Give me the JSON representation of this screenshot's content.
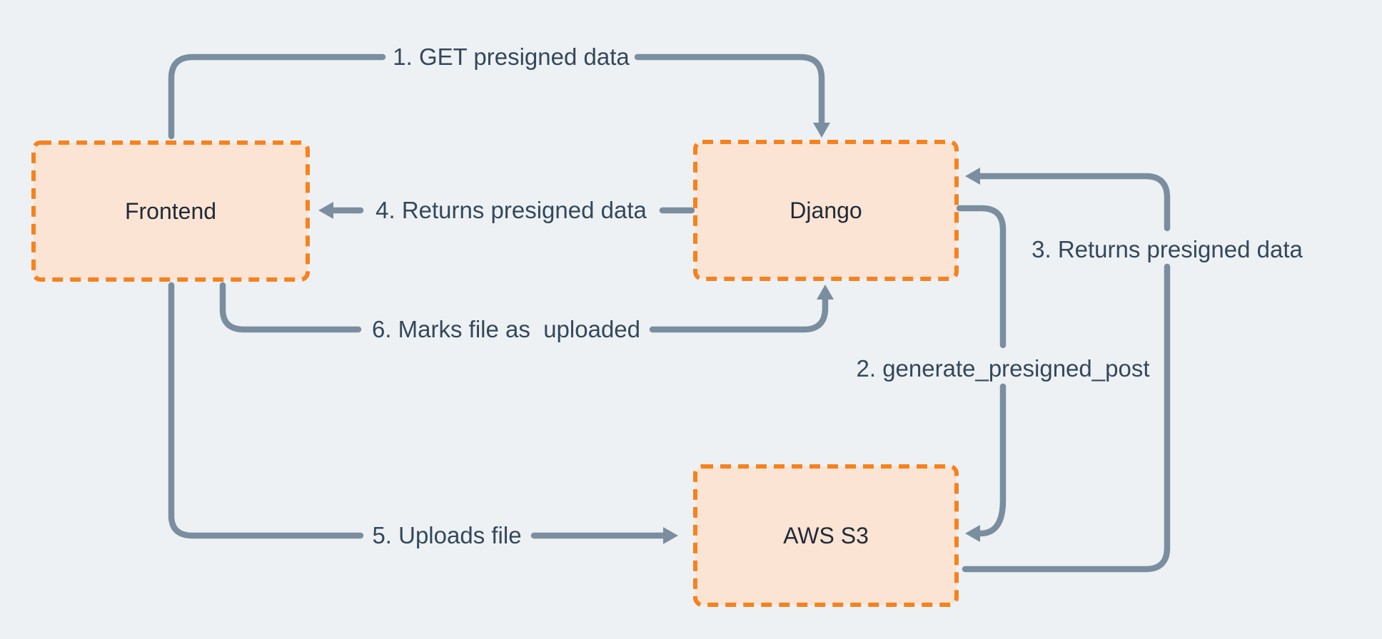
{
  "colors": {
    "page_bg": "#edf1f4",
    "node_fill": "#fce4d4",
    "node_border": "#f6821e",
    "connector": "#7b8e9f",
    "label_text": "#34485a",
    "node_text": "#1f2b38"
  },
  "nodes": [
    {
      "id": "frontend",
      "label": "Frontend"
    },
    {
      "id": "django",
      "label": "Django"
    },
    {
      "id": "aws-s3",
      "label": "AWS S3"
    }
  ],
  "connectors": [
    {
      "id": "1",
      "label": "1. GET presigned data",
      "from": "Frontend",
      "to": "Django"
    },
    {
      "id": "2",
      "label": "2. generate_presigned_post",
      "from": "Django",
      "to": "AWS S3"
    },
    {
      "id": "3",
      "label": "3. Returns presigned data",
      "from": "AWS S3",
      "to": "Django"
    },
    {
      "id": "4",
      "label": "4. Returns presigned data",
      "from": "Django",
      "to": "Frontend"
    },
    {
      "id": "5",
      "label": "5. Uploads file",
      "from": "Frontend",
      "to": "AWS S3"
    },
    {
      "id": "6",
      "label": "6. Marks file as  uploaded",
      "from": "Frontend",
      "to": "Django"
    }
  ]
}
